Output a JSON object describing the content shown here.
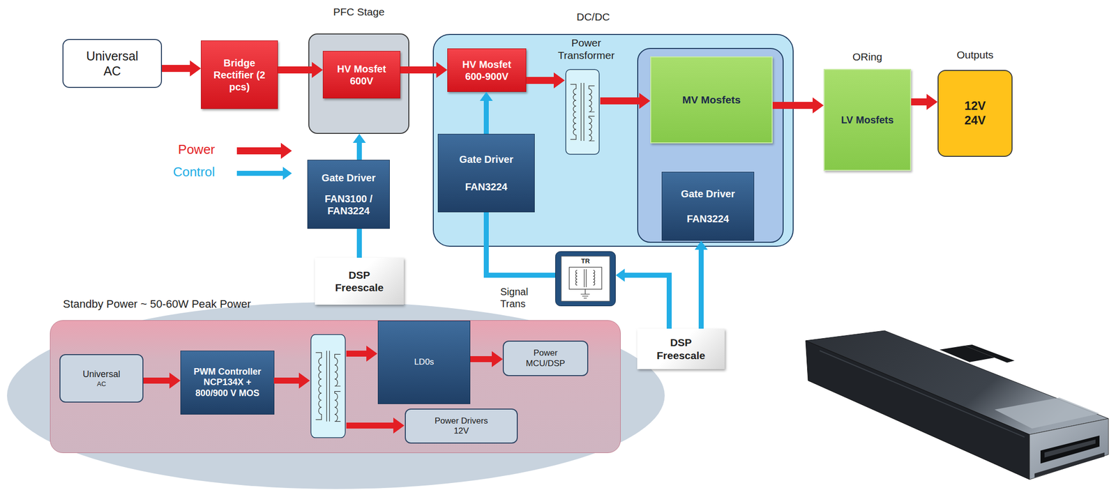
{
  "diagram": {
    "nodes": [
      {
        "text": [
          "Universal AC"
        ]
      },
      {
        "text": [
          "Bridge Rectifier (2 pcs)"
        ]
      },
      {
        "text": [
          "PFC Stage"
        ]
      },
      {
        "text": [
          "HV Mosfet 600V"
        ],
        "in": 2
      },
      {
        "text": [
          "DC/DC"
        ]
      },
      {
        "text": [
          "HV Mosfet 600-900V"
        ],
        "in": 4
      },
      {
        "text": [
          "Power Transformer"
        ],
        "in": 4
      },
      {
        "text": [
          "Gate Driver",
          "FAN3224"
        ],
        "in": 4
      },
      {
        "text": [
          "MV Mosfets"
        ],
        "in": 4
      },
      {
        "text": [
          "Gate Driver",
          "FAN3224"
        ],
        "in": 4
      },
      {
        "text": [
          "ORing",
          "LV Mosfets"
        ]
      },
      {
        "text": [
          "Outputs",
          "12V 24V"
        ]
      },
      {
        "text": [
          "Gate Driver",
          "FAN3100 / FAN3224"
        ]
      },
      {
        "text": [
          "DSP Freescale"
        ]
      },
      {
        "text": [
          "Signal Trans"
        ]
      },
      {
        "text": [
          "DSP Freescale"
        ]
      },
      {
        "text": [
          "Standby Power ~ 50-60W Peak Power"
        ]
      },
      {
        "text": [
          "Universal",
          "AC"
        ],
        "in": 16
      },
      {
        "text": [
          "PWM Controller NCP134X + 800/900 V MOS"
        ],
        "in": 16
      },
      {
        "text": [
          "LD0s"
        ],
        "in": 16
      },
      {
        "text": [
          "Power MCU/DSP"
        ],
        "in": 16
      },
      {
        "text": [
          "Power Drivers 12V"
        ],
        "in": 16
      }
    ],
    "edges": [
      {
        "from": 0,
        "to": 1,
        "arrow": "to"
      },
      {
        "from": 1,
        "to": 3,
        "arrow": "to"
      },
      {
        "from": 3,
        "to": 5,
        "arrow": "to"
      },
      {
        "from": 5,
        "to": 6,
        "arrow": "to"
      },
      {
        "from": 6,
        "to": 8,
        "arrow": "to"
      },
      {
        "from": 8,
        "to": 10,
        "arrow": "to"
      },
      {
        "from": 10,
        "to": 11,
        "arrow": "to"
      },
      {
        "from": 12,
        "to": 2,
        "arrow": "to"
      },
      {
        "from": 13,
        "to": 12,
        "arrow": "none"
      },
      {
        "from": 7,
        "to": 5,
        "arrow": "to"
      },
      {
        "from": 14,
        "to": 7,
        "arrow": "none"
      },
      {
        "from": 15,
        "to": 14,
        "arrow": "to"
      },
      {
        "from": 15,
        "to": 9,
        "arrow": "to"
      },
      {
        "from": 17,
        "to": 18,
        "arrow": "to"
      },
      {
        "from": 19,
        "to": 20,
        "arrow": "to"
      }
    ],
    "labels": [
      "TR"
    ],
    "legend": [
      {
        "text": "Power"
      },
      {
        "text": "Control"
      }
    ]
  }
}
